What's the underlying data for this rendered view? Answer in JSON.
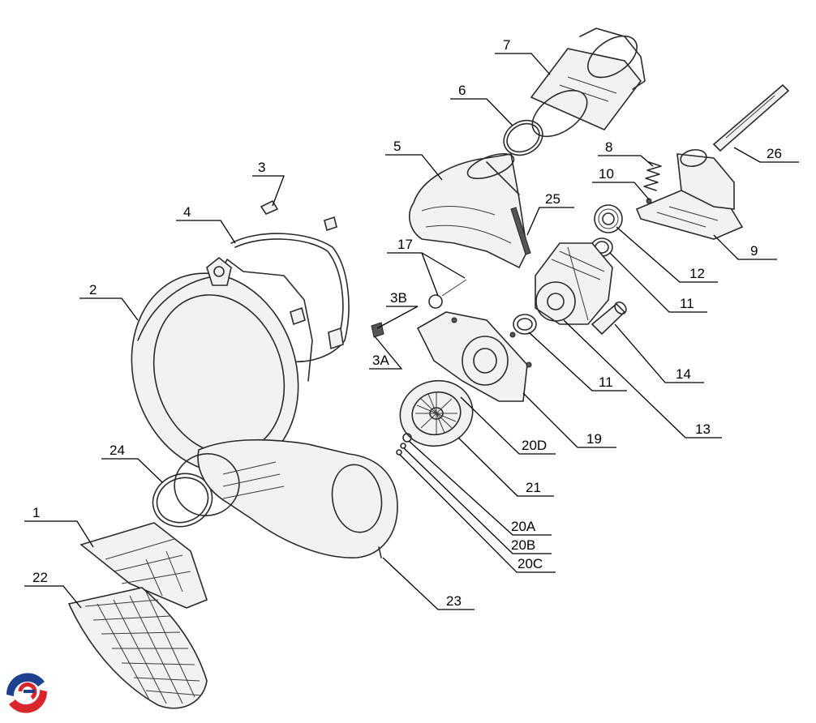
{
  "callouts": [
    {
      "id": "c1",
      "label": "1"
    },
    {
      "id": "c2",
      "label": "2"
    },
    {
      "id": "c3",
      "label": "3"
    },
    {
      "id": "c3A",
      "label": "3A"
    },
    {
      "id": "c3B",
      "label": "3B"
    },
    {
      "id": "c4",
      "label": "4"
    },
    {
      "id": "c5",
      "label": "5"
    },
    {
      "id": "c6",
      "label": "6"
    },
    {
      "id": "c7",
      "label": "7"
    },
    {
      "id": "c8",
      "label": "8"
    },
    {
      "id": "c9",
      "label": "9"
    },
    {
      "id": "c10",
      "label": "10"
    },
    {
      "id": "c11a",
      "label": "11"
    },
    {
      "id": "c11b",
      "label": "11"
    },
    {
      "id": "c12",
      "label": "12"
    },
    {
      "id": "c13",
      "label": "13"
    },
    {
      "id": "c14",
      "label": "14"
    },
    {
      "id": "c17",
      "label": "17"
    },
    {
      "id": "c19",
      "label": "19"
    },
    {
      "id": "c20A",
      "label": "20A"
    },
    {
      "id": "c20B",
      "label": "20B"
    },
    {
      "id": "c20C",
      "label": "20C"
    },
    {
      "id": "c20D",
      "label": "20D"
    },
    {
      "id": "c21",
      "label": "21"
    },
    {
      "id": "c22",
      "label": "22"
    },
    {
      "id": "c23",
      "label": "23"
    },
    {
      "id": "c24",
      "label": "24"
    },
    {
      "id": "c25",
      "label": "25"
    },
    {
      "id": "c26",
      "label": "26"
    }
  ],
  "logo": {
    "colors": {
      "blue": "#1f3f8f",
      "red": "#d8262c"
    }
  }
}
